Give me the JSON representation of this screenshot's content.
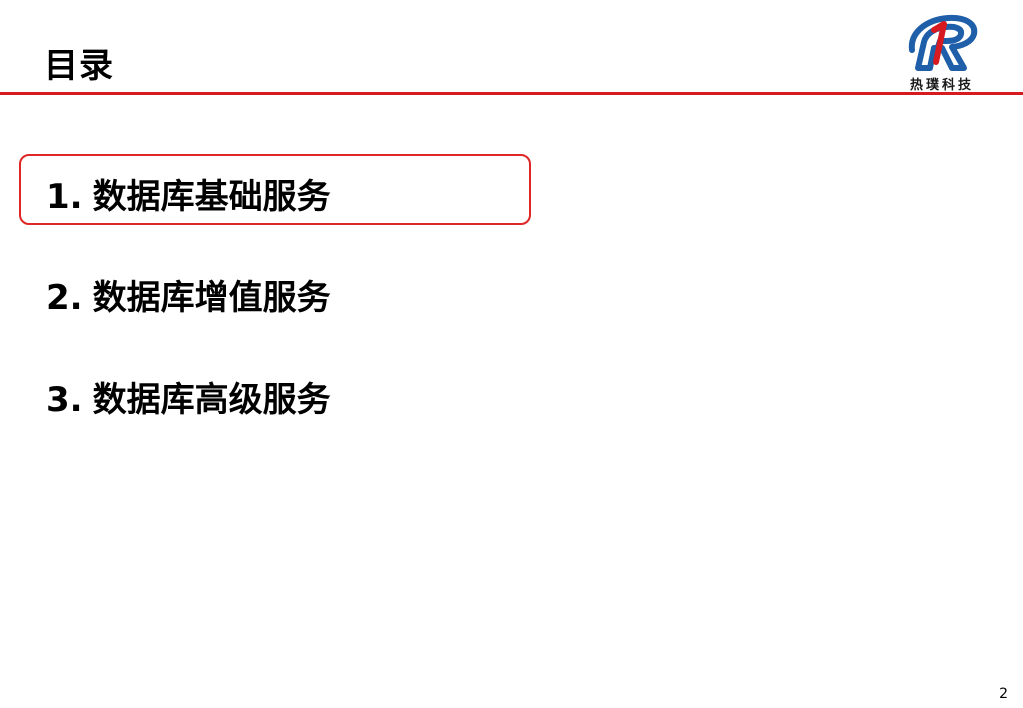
{
  "slide": {
    "title": "目录",
    "page_number": "2",
    "accent_color": "#d71920"
  },
  "logo": {
    "text": "热璞科技",
    "icon": "company-logo-icon",
    "colors": {
      "primary": "#1f5ea8",
      "secondary": "#d71920"
    }
  },
  "toc": {
    "items": [
      {
        "number": "1.",
        "label": "数据库基础服务",
        "highlighted": true
      },
      {
        "number": "2.",
        "label": "数据库增值服务",
        "highlighted": false
      },
      {
        "number": "3.",
        "label": "数据库高级服务",
        "highlighted": false
      }
    ],
    "highlight_color": "#e02727"
  }
}
